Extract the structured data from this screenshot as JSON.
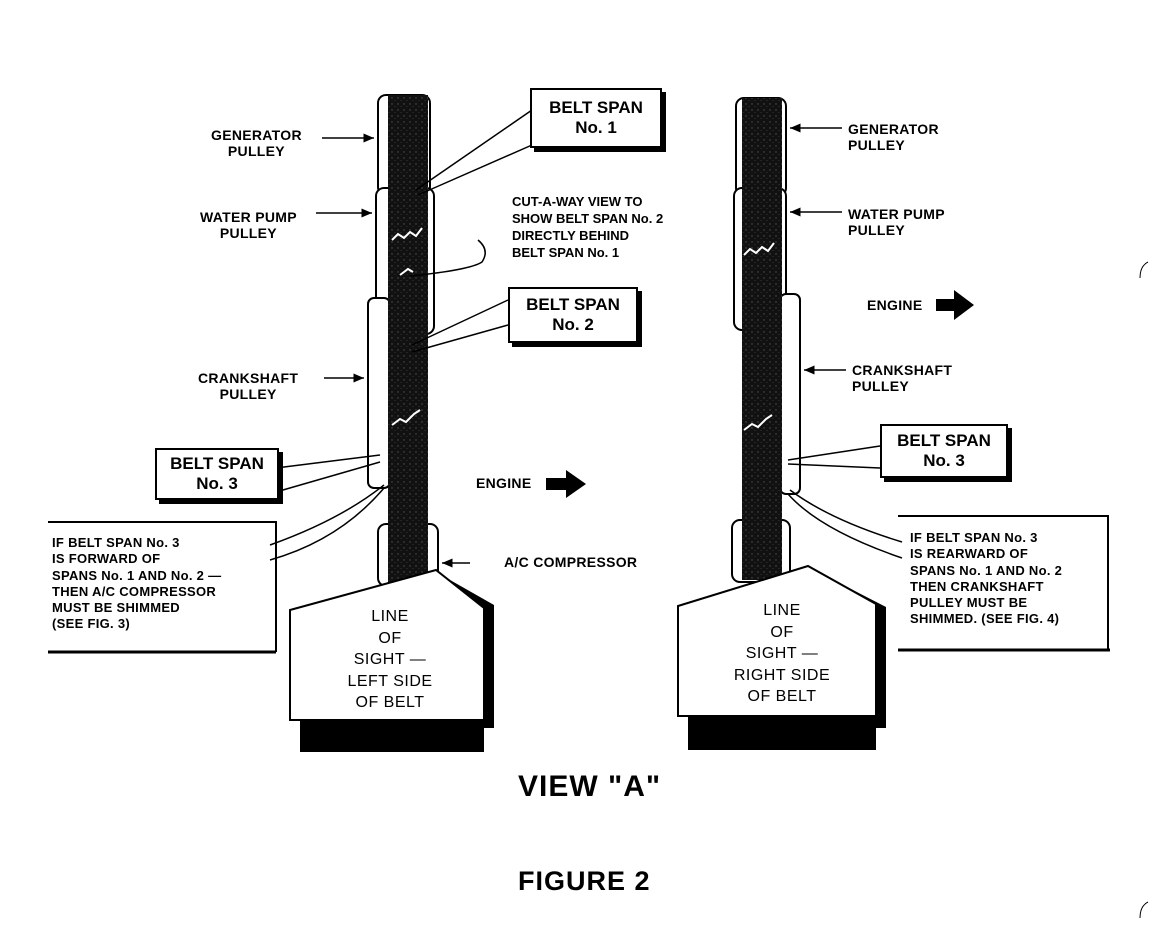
{
  "left": {
    "generator_pulley": [
      "GENERATOR",
      "PULLEY"
    ],
    "water_pump_pulley": [
      "WATER PUMP",
      "PULLEY"
    ],
    "crankshaft_pulley": [
      "CRANKSHAFT",
      "PULLEY"
    ],
    "belt_span_1": [
      "BELT SPAN",
      "No. 1"
    ],
    "cutaway_note": [
      "CUT-A-WAY VIEW TO",
      "SHOW BELT SPAN No. 2",
      "DIRECTLY BEHIND",
      "BELT SPAN No. 1"
    ],
    "belt_span_2": [
      "BELT SPAN",
      "No. 2"
    ],
    "belt_span_3": [
      "BELT SPAN",
      "No. 3"
    ],
    "engine": "ENGINE",
    "ac_compressor": "A/C COMPRESSOR",
    "note": [
      "IF BELT SPAN No. 3",
      "IS FORWARD OF",
      "SPANS No. 1 AND No. 2 —",
      "THEN A/C COMPRESSOR",
      "MUST BE SHIMMED",
      "(SEE FIG. 3)"
    ],
    "line_of_sight": [
      "LINE",
      "OF",
      "SIGHT —",
      "LEFT SIDE",
      "OF BELT"
    ]
  },
  "right": {
    "generator_pulley": [
      "GENERATOR",
      "PULLEY"
    ],
    "water_pump_pulley": [
      "WATER PUMP",
      "PULLEY"
    ],
    "engine": "ENGINE",
    "crankshaft_pulley": [
      "CRANKSHAFT",
      "PULLEY"
    ],
    "belt_span_3": [
      "BELT SPAN",
      "No. 3"
    ],
    "note": [
      "IF BELT SPAN No. 3",
      "IS REARWARD OF",
      "SPANS No. 1 AND No. 2",
      "THEN CRANKSHAFT",
      "PULLEY MUST BE",
      "SHIMMED. (SEE FIG. 4)"
    ],
    "line_of_sight": [
      "LINE",
      "OF",
      "SIGHT —",
      "RIGHT SIDE",
      "OF BELT"
    ]
  },
  "view_label": "VIEW \"A\"",
  "figure_label": "FIGURE 2"
}
